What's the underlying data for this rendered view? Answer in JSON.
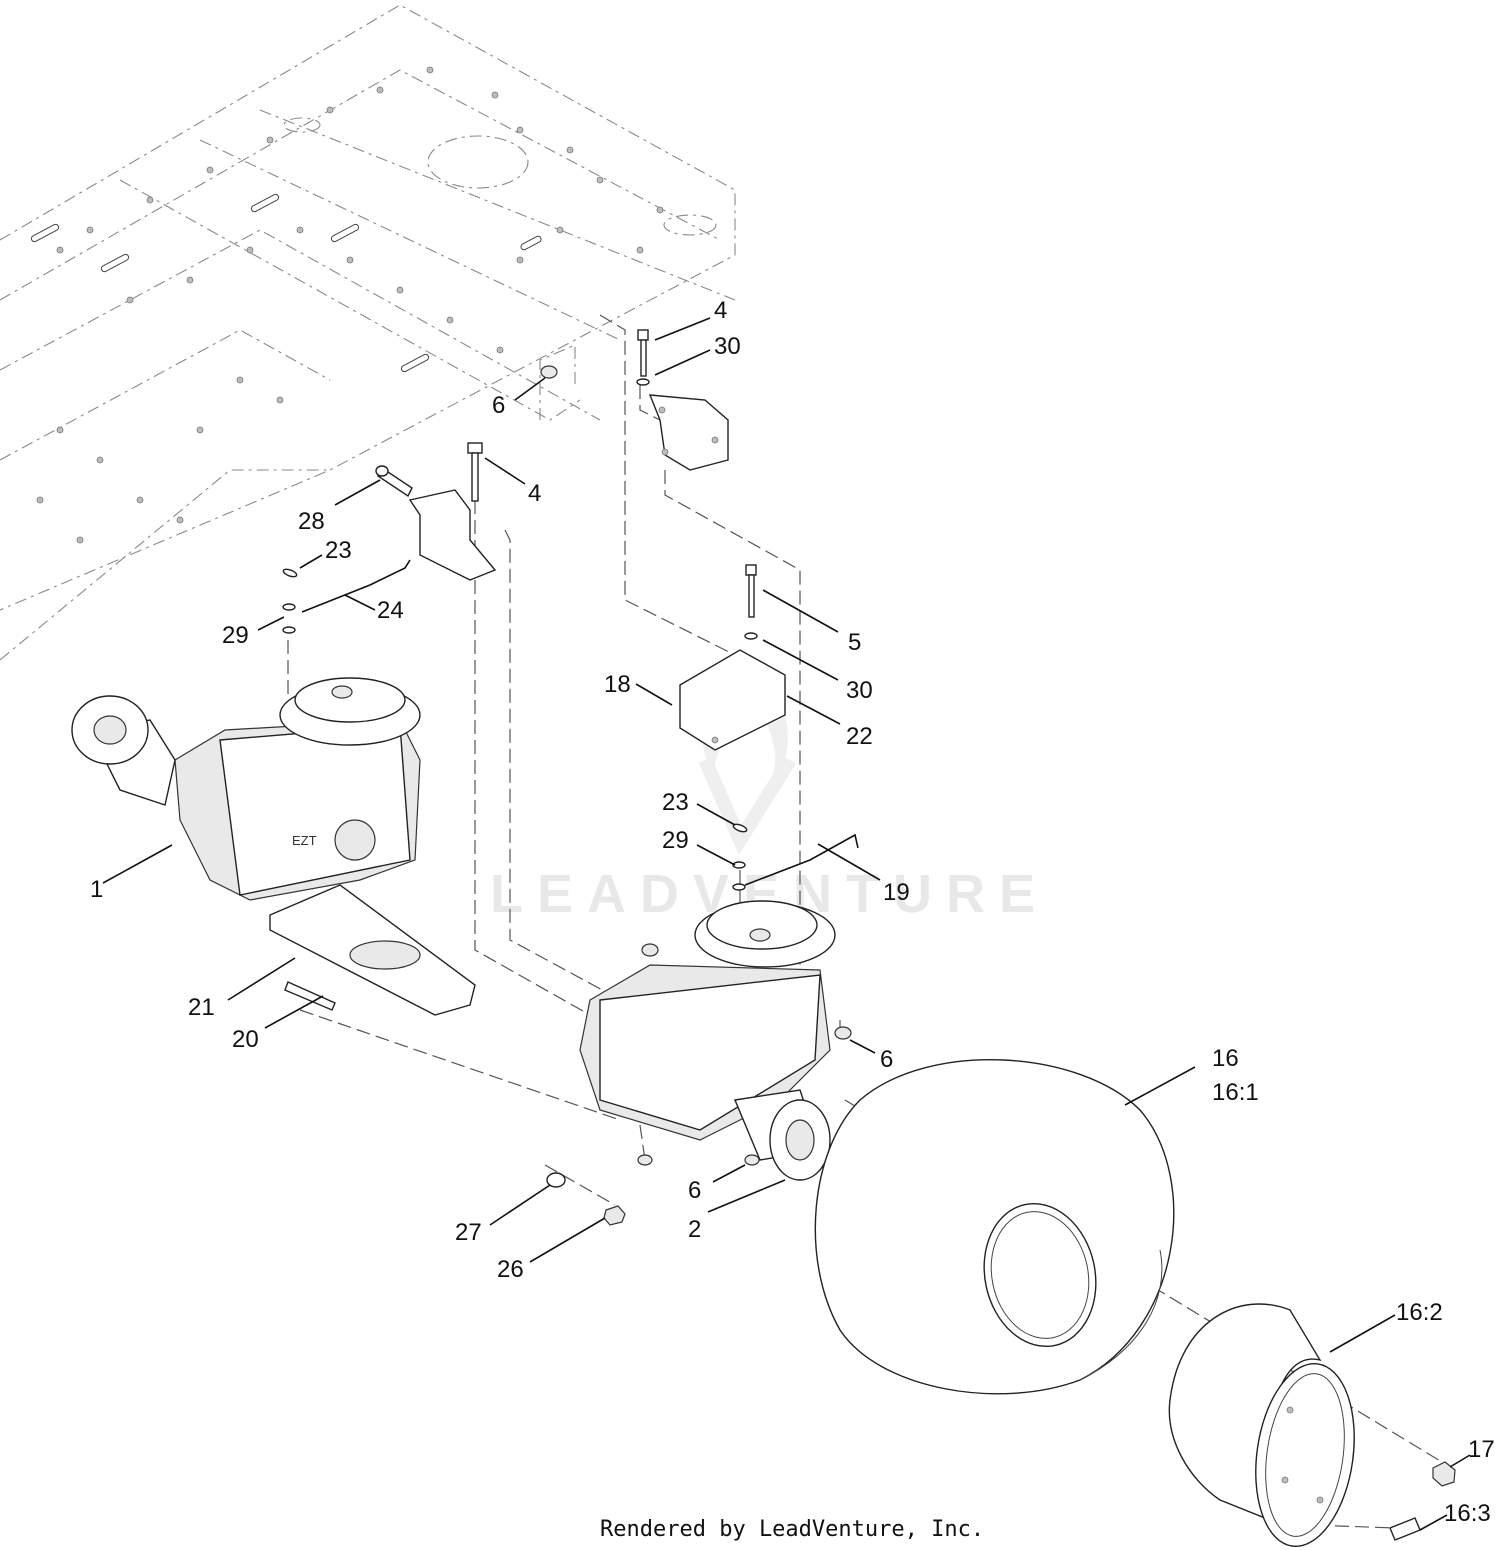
{
  "watermark": "LEADVENTURE",
  "footer": "Rendered by LeadVenture, Inc.",
  "callouts": [
    "1",
    "2",
    "4",
    "30",
    "6",
    "4",
    "28",
    "23",
    "24",
    "29",
    "5",
    "30",
    "18",
    "22",
    "23",
    "29",
    "19",
    "21",
    "20",
    "6",
    "16",
    "16:1",
    "6",
    "27",
    "26",
    "16:2",
    "17",
    "16:3"
  ]
}
